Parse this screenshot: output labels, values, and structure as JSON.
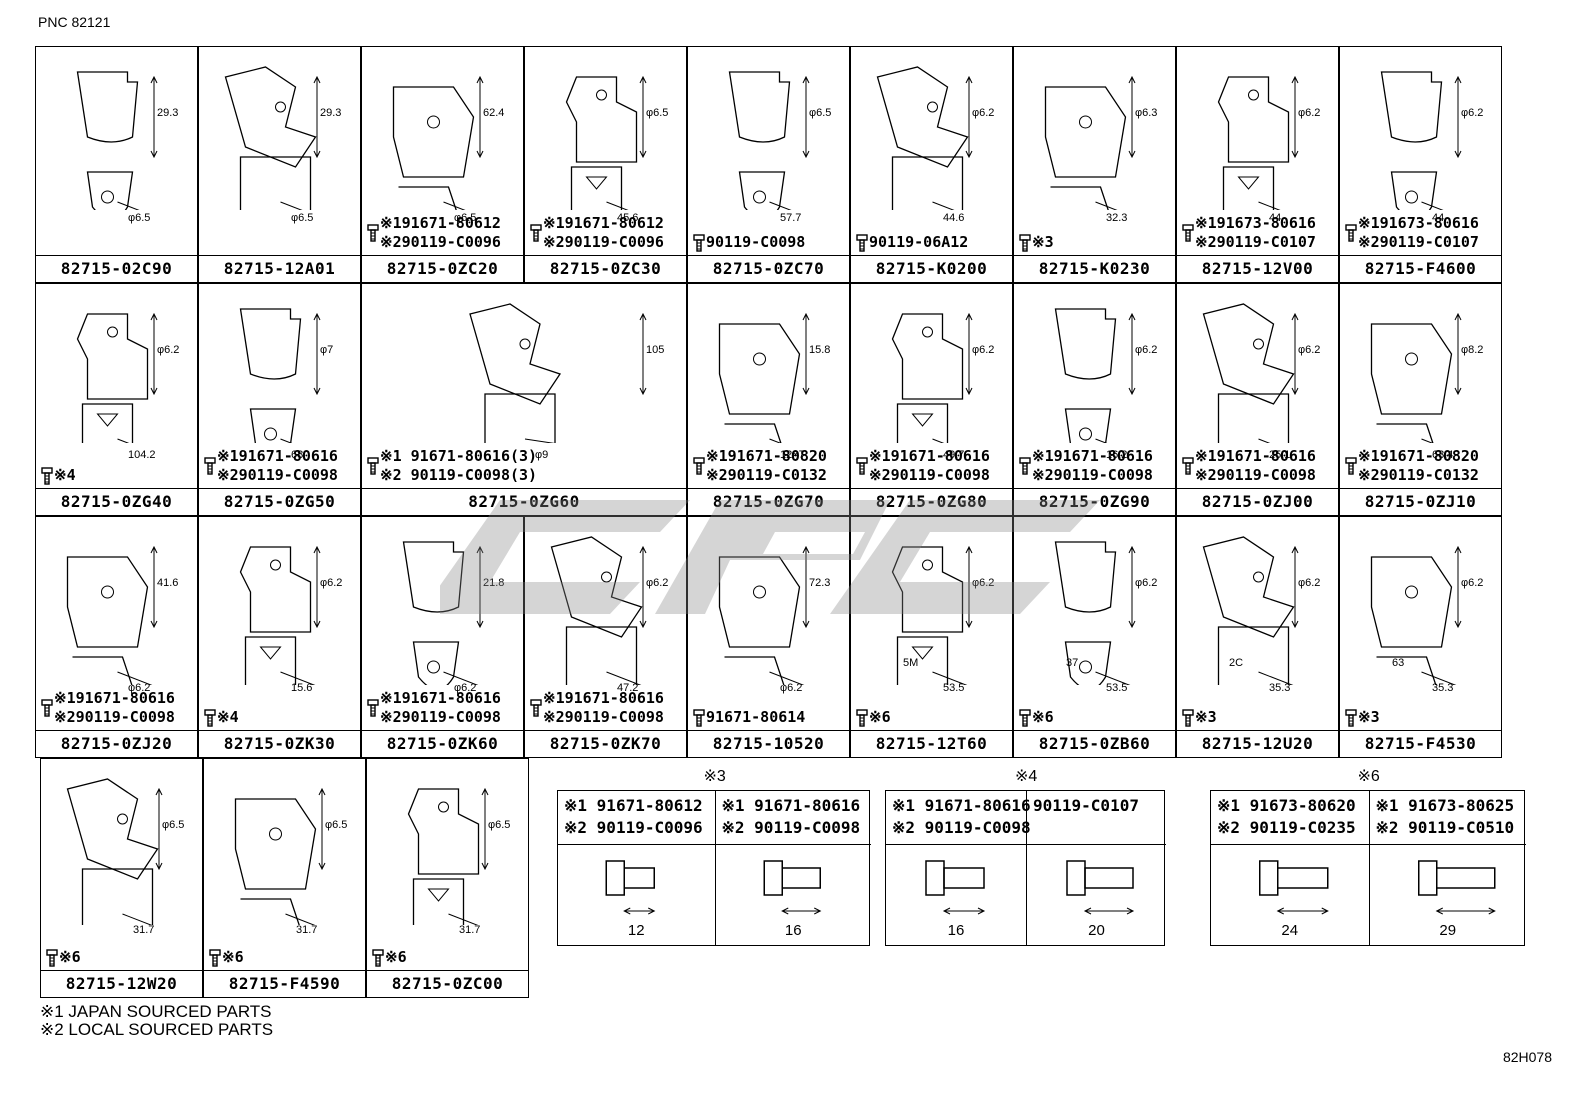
{
  "header": {
    "pnc": "PNC 82121"
  },
  "footer": {
    "note1": "※1 JAPAN SOURCED PARTS",
    "note2": "※2 LOCAL SOURCED PARTS",
    "code": "82H078"
  },
  "row1": [
    {
      "pn": "82715-02C90",
      "bolt": "",
      "dims": [
        "29.3",
        "φ6.5"
      ]
    },
    {
      "pn": "82715-12A01",
      "bolt": "",
      "dims": [
        "29.3",
        "φ6.5"
      ]
    },
    {
      "pn": "82715-0ZC20",
      "bolt": "※191671-80612\n※290119-C0096",
      "dims": [
        "62.4",
        "φ6.5"
      ]
    },
    {
      "pn": "82715-0ZC30",
      "bolt": "※191671-80612\n※290119-C0096",
      "dims": [
        "φ6.5",
        "45.6"
      ]
    },
    {
      "pn": "82715-0ZC70",
      "bolt": "90119-C0098",
      "dims": [
        "φ6.5",
        "57.7"
      ]
    },
    {
      "pn": "82715-K0200",
      "bolt": "90119-06A12",
      "dims": [
        "φ6.2",
        "44.6"
      ]
    },
    {
      "pn": "82715-K0230",
      "bolt": "※3",
      "dims": [
        "φ6.3",
        "32.3"
      ]
    },
    {
      "pn": "82715-12V00",
      "bolt": "※191673-80616\n※290119-C0107",
      "dims": [
        "φ6.2",
        "44"
      ]
    },
    {
      "pn": "82715-F4600",
      "bolt": "※191673-80616\n※290119-C0107",
      "dims": [
        "φ6.2",
        "44"
      ]
    }
  ],
  "row2": [
    {
      "pn": "82715-0ZG40",
      "bolt": "※4",
      "dims": [
        "φ6.2",
        "104.2"
      ]
    },
    {
      "pn": "82715-0ZG50",
      "bolt": "※191671-80616\n※290119-C0098",
      "dims": [
        "φ7",
        "68"
      ]
    },
    {
      "pn": "82715-0ZG60",
      "bolt": "※1 91671-80616(3)\n※2 90119-C0098(3)",
      "dims": [
        "105",
        "φ9"
      ]
    },
    {
      "pn": "82715-0ZG70",
      "bolt": "※191671-80820\n※290119-C0132",
      "dims": [
        "15.8",
        "12×7"
      ]
    },
    {
      "pn": "82715-0ZG80",
      "bolt": "※191671-80616\n※290119-C0098",
      "dims": [
        "φ6.2",
        "49.7"
      ]
    },
    {
      "pn": "82715-0ZG90",
      "bolt": "※191671-80616\n※290119-C0098",
      "dims": [
        "φ6.2",
        "16.2"
      ]
    },
    {
      "pn": "82715-0ZJ00",
      "bolt": "※191671-80616\n※290119-C0098",
      "dims": [
        "φ6.2",
        "25.1"
      ]
    },
    {
      "pn": "82715-0ZJ10",
      "bolt": "※191671-80820\n※290119-C0132",
      "dims": [
        "φ8.2",
        "63.4"
      ]
    }
  ],
  "row3": [
    {
      "pn": "82715-0ZJ20",
      "bolt": "※191671-80616\n※290119-C0098",
      "dims": [
        "41.6",
        "φ6.2"
      ]
    },
    {
      "pn": "82715-0ZK30",
      "bolt": "※4",
      "dims": [
        "φ6.2",
        "15.6"
      ]
    },
    {
      "pn": "82715-0ZK60",
      "bolt": "※191671-80616\n※290119-C0098",
      "dims": [
        "21.8",
        "φ6.2"
      ]
    },
    {
      "pn": "82715-0ZK70",
      "bolt": "※191671-80616\n※290119-C0098",
      "dims": [
        "φ6.2",
        "47.2"
      ]
    },
    {
      "pn": "82715-10520",
      "bolt": "91671-80614",
      "dims": [
        "72.3",
        "φ6.2"
      ]
    },
    {
      "pn": "82715-12T60",
      "bolt": "※6",
      "dims": [
        "φ6.2",
        "53.5",
        "5M"
      ]
    },
    {
      "pn": "82715-0ZB60",
      "bolt": "※6",
      "dims": [
        "φ6.2",
        "53.5",
        "37"
      ]
    },
    {
      "pn": "82715-12U20",
      "bolt": "※3",
      "dims": [
        "φ6.2",
        "35.3",
        "2C"
      ]
    },
    {
      "pn": "82715-F4530",
      "bolt": "※3",
      "dims": [
        "φ6.2",
        "35.3",
        "63"
      ]
    }
  ],
  "row4": [
    {
      "pn": "82715-12W20",
      "bolt": "※6",
      "dims": [
        "φ6.5",
        "31.7"
      ]
    },
    {
      "pn": "82715-F4590",
      "bolt": "※6",
      "dims": [
        "φ6.5",
        "31.7"
      ]
    },
    {
      "pn": "82715-0ZC00",
      "bolt": "※6",
      "dims": [
        "φ6.5",
        "31.7"
      ]
    }
  ],
  "tables": [
    {
      "title": "※3",
      "cols": [
        {
          "label": "※1 91671-80612\n※2 90119-C0096",
          "len": "12"
        },
        {
          "label": "※1 91671-80616\n※2 90119-C0098",
          "len": "16"
        }
      ]
    },
    {
      "title": "※4",
      "cols": [
        {
          "label": "※1 91671-80616\n※2 90119-C0098",
          "len": "16"
        },
        {
          "label": "90119-C0107",
          "len": "20"
        }
      ]
    },
    {
      "title": "※6",
      "cols": [
        {
          "label": "※1 91673-80620\n※2 90119-C0235",
          "len": "24"
        },
        {
          "label": "※1 91673-80625\n※2 90119-C0510",
          "len": "29"
        }
      ]
    }
  ],
  "watermark": "CPC"
}
